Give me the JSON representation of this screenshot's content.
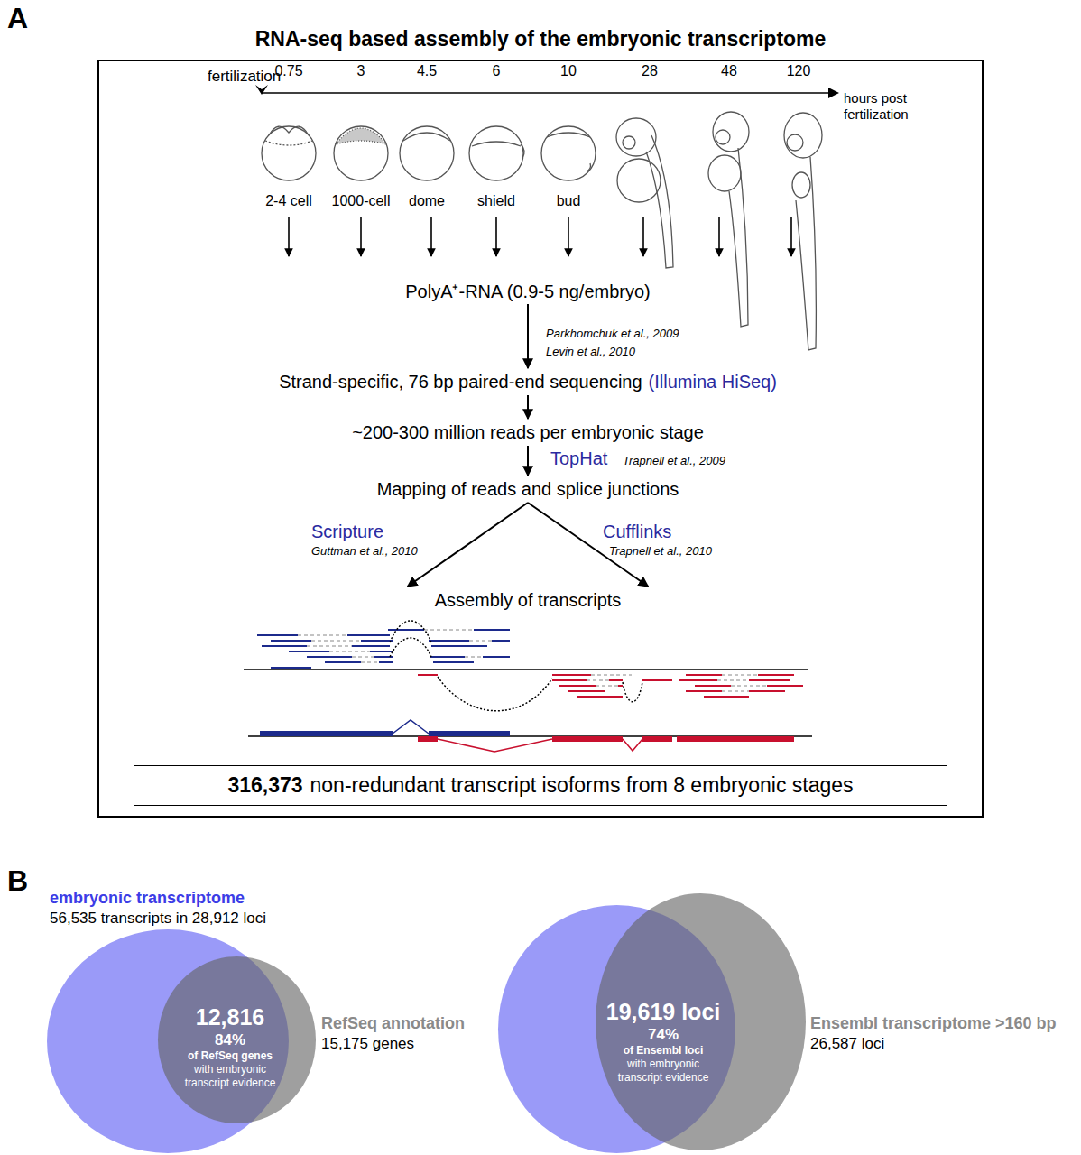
{
  "diagram": {
    "nodes": [
      {
        "text": [
          "RNA-seq based assembly of the embryonic transcriptome"
        ]
      },
      {
        "text": [
          "PolyA⁺-RNA (0.9-5 ng/embryo)"
        ],
        "in": 0
      },
      {
        "text": [
          "Strand-specific, 76 bp paired-end sequencing",
          "(Illumina HiSeq)"
        ],
        "in": 0
      },
      {
        "text": [
          "~200-300 million reads per embryonic stage"
        ],
        "in": 0
      },
      {
        "text": [
          "Mapping of reads and splice junctions"
        ],
        "in": 0
      },
      {
        "text": [
          "Assembly of transcripts"
        ],
        "in": 0
      },
      {
        "text": [
          "316,373",
          "non-redundant transcript isoforms from 8 embryonic stages"
        ],
        "in": 0
      },
      {
        "text": [
          "embryonic transcriptome",
          "56,535 transcripts in 28,912 loci"
        ]
      },
      {
        "text": [
          "RefSeq annotation",
          "15,175 genes"
        ]
      },
      {
        "text": [
          "12,816",
          "84%",
          "of RefSeq genes",
          "with embryonic transcript evidence"
        ],
        "in": 8
      },
      {
        "text": [
          "Ensembl transcriptome >160 bp",
          "26,587 loci"
        ]
      },
      {
        "text": [
          "19,619 loci",
          "74%",
          "of Ensembl loci",
          "with embryonic transcript evidence"
        ],
        "in": 10
      }
    ],
    "edges": [
      {
        "from": 1,
        "to": 2,
        "arrow": "to"
      },
      {
        "from": 2,
        "to": 3,
        "arrow": "to"
      },
      {
        "from": 3,
        "to": 4,
        "label": "TopHat",
        "arrow": "to"
      },
      {
        "from": 4,
        "to": 5,
        "label": "Scripture",
        "arrow": "to"
      },
      {
        "from": 4,
        "to": 5,
        "label": "Cufflinks",
        "arrow": "to"
      }
    ],
    "labels": [
      "A",
      "fertilization",
      "0.75",
      "3",
      "4.5",
      "6",
      "10",
      "28",
      "48",
      "120",
      "hours post fertilization",
      "2-4 cell",
      "1000-cell",
      "dome",
      "shield",
      "bud",
      "Parkhomchuk et al., 2009",
      "Levin et al., 2010",
      "Trapnell et al., 2009",
      "Guttman et al., 2010",
      "Trapnell et al., 2010",
      "B"
    ]
  }
}
